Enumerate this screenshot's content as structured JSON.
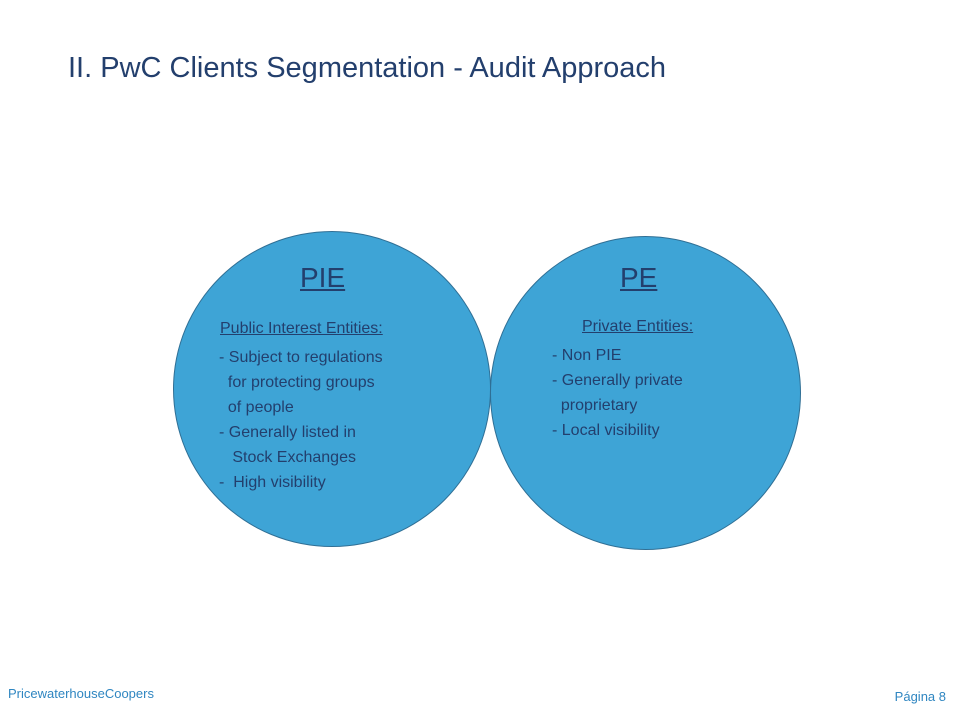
{
  "slide": {
    "title": "II. PwC Clients Segmentation - Audit Approach"
  },
  "pie": {
    "heading": "PIE",
    "subheading": "Public Interest Entities:",
    "lines": [
      "- Subject to regulations",
      "  for protecting groups",
      "  of people",
      "- Generally listed in",
      "   Stock Exchanges",
      "-  High visibility"
    ]
  },
  "pe": {
    "heading": "PE",
    "subheading": "Private Entities:",
    "lines": [
      "- Non PIE",
      "- Generally private",
      "  proprietary",
      "- Local visibility"
    ]
  },
  "footer": {
    "company": "PricewaterhouseCoopers",
    "page": "Página 8"
  },
  "colors": {
    "circle_fill": "#3ea4d6",
    "text": "#233f6d",
    "footer_text": "#2f86c1"
  }
}
